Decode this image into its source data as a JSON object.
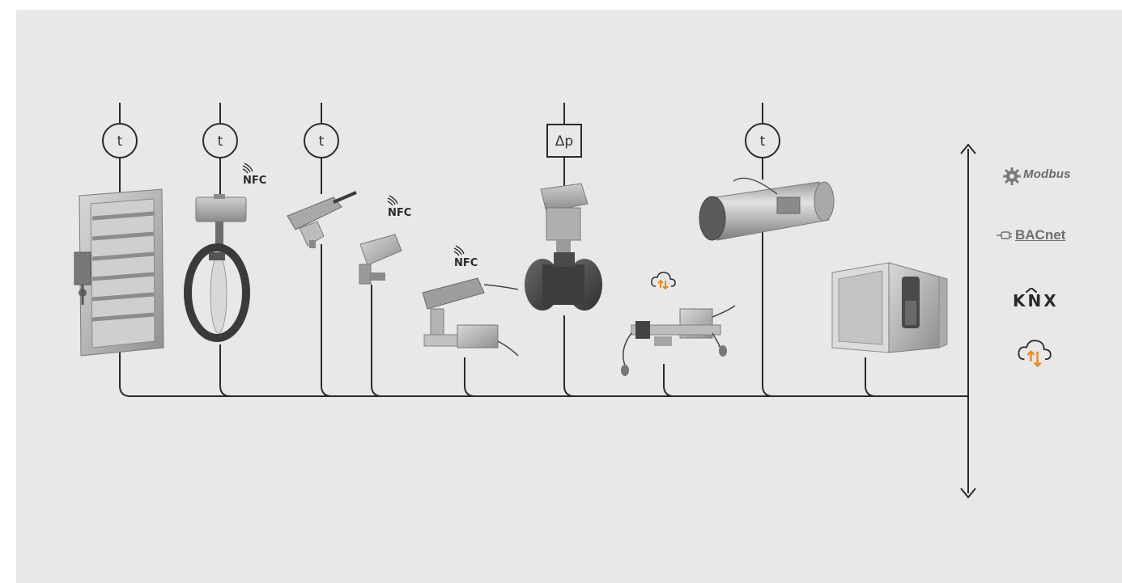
{
  "sensors": [
    {
      "label": "t"
    },
    {
      "label": "t"
    },
    {
      "label": "t"
    },
    {
      "label": "Δp"
    },
    {
      "label": "t"
    }
  ],
  "nfc_badges": [
    {
      "label": "NFC"
    },
    {
      "label": "NFC"
    },
    {
      "label": "NFC"
    }
  ],
  "protocols": {
    "modbus": "Modbus",
    "bacnet": "BACnet",
    "knx": "KNX",
    "cloud_icon": "cloud-sync-icon"
  },
  "devices": [
    {
      "name": "rectangular-damper-actuator",
      "icon": "damper-icon"
    },
    {
      "name": "butterfly-valve-actuator",
      "icon": "butterfly-valve-icon"
    },
    {
      "name": "damper-actuator-small",
      "icon": "small-actuator-icon"
    },
    {
      "name": "rotary-actuator",
      "icon": "rotary-actuator-icon"
    },
    {
      "name": "zone-valve-with-actuator",
      "icon": "zone-valve-icon"
    },
    {
      "name": "globe-valve-with-actuator",
      "icon": "globe-valve-icon"
    },
    {
      "name": "energy-valve-with-sensors",
      "icon": "energy-valve-icon"
    },
    {
      "name": "round-vav-unit",
      "icon": "round-vav-icon"
    },
    {
      "name": "rectangular-vav-box",
      "icon": "rectangular-vav-icon"
    }
  ],
  "colors": {
    "background": "#e8e8e8",
    "line": "#2b2b2b",
    "cloud_arrow": "#f08a1c"
  }
}
